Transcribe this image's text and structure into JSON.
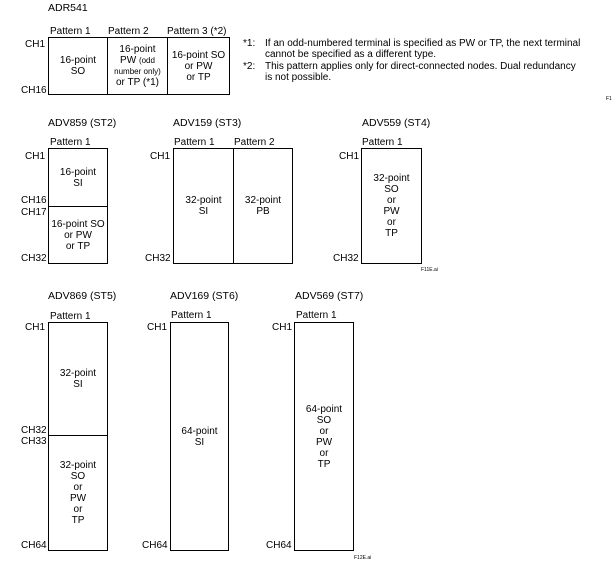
{
  "adr541": {
    "title": "ADR541",
    "patterns": [
      "Pattern 1",
      "Pattern 2",
      "Pattern 3 (*2)"
    ],
    "ch_top": "CH1",
    "ch_bottom": "CH16",
    "cells": [
      [
        "16-point",
        "SO"
      ],
      [
        "16-point",
        "PW",
        "(odd",
        "number only)",
        "or TP (*1)"
      ],
      [
        "16-point SO",
        "or PW",
        "or TP"
      ]
    ]
  },
  "notes": [
    {
      "mark": "*1:",
      "lines": [
        "If an odd-numbered terminal is specified as PW or TP, the next terminal",
        "cannot be specified as a different type."
      ]
    },
    {
      "mark": "*2:",
      "lines": [
        "This pattern applies only for direct-connected nodes. Dual redundancy",
        "is not possible."
      ]
    }
  ],
  "corner_fig_label": "F1",
  "adv859": {
    "title": "ADV859 (ST2)",
    "pattern": "Pattern 1",
    "ch": [
      "CH1",
      "CH16",
      "CH17",
      "CH32"
    ],
    "cells": [
      [
        "16-point",
        "SI"
      ],
      [
        "16-point SO",
        "or PW",
        "or TP"
      ]
    ]
  },
  "adv159": {
    "title": "ADV159 (ST3)",
    "patterns": [
      "Pattern 1",
      "Pattern 2"
    ],
    "ch": [
      "CH1",
      "CH32"
    ],
    "cells": [
      [
        "32-point",
        "SI"
      ],
      [
        "32-point",
        "PB"
      ]
    ]
  },
  "adv559": {
    "title": "ADV559 (ST4)",
    "pattern": "Pattern 1",
    "ch": [
      "CH1",
      "CH32"
    ],
    "cell": [
      "32-point",
      "SO",
      "or",
      "PW",
      "or",
      "TP"
    ]
  },
  "fig_label_1": "F11E.ai",
  "adv869": {
    "title": "ADV869 (ST5)",
    "pattern": "Pattern 1",
    "ch": [
      "CH1",
      "CH32",
      "CH33",
      "CH64"
    ],
    "cells": [
      [
        "32-point",
        "SI"
      ],
      [
        "32-point",
        "SO",
        "or",
        "PW",
        "or",
        "TP"
      ]
    ]
  },
  "adv169": {
    "title": "ADV169 (ST6)",
    "pattern": "Pattern 1",
    "ch": [
      "CH1",
      "CH64"
    ],
    "cell": [
      "64-point",
      "SI"
    ]
  },
  "adv569": {
    "title": "ADV569 (ST7)",
    "pattern": "Pattern 1",
    "ch": [
      "CH1",
      "CH64"
    ],
    "cell": [
      "64-point",
      "SO",
      "or",
      "PW",
      "or",
      "TP"
    ]
  },
  "fig_label_2": "F12E.ai"
}
